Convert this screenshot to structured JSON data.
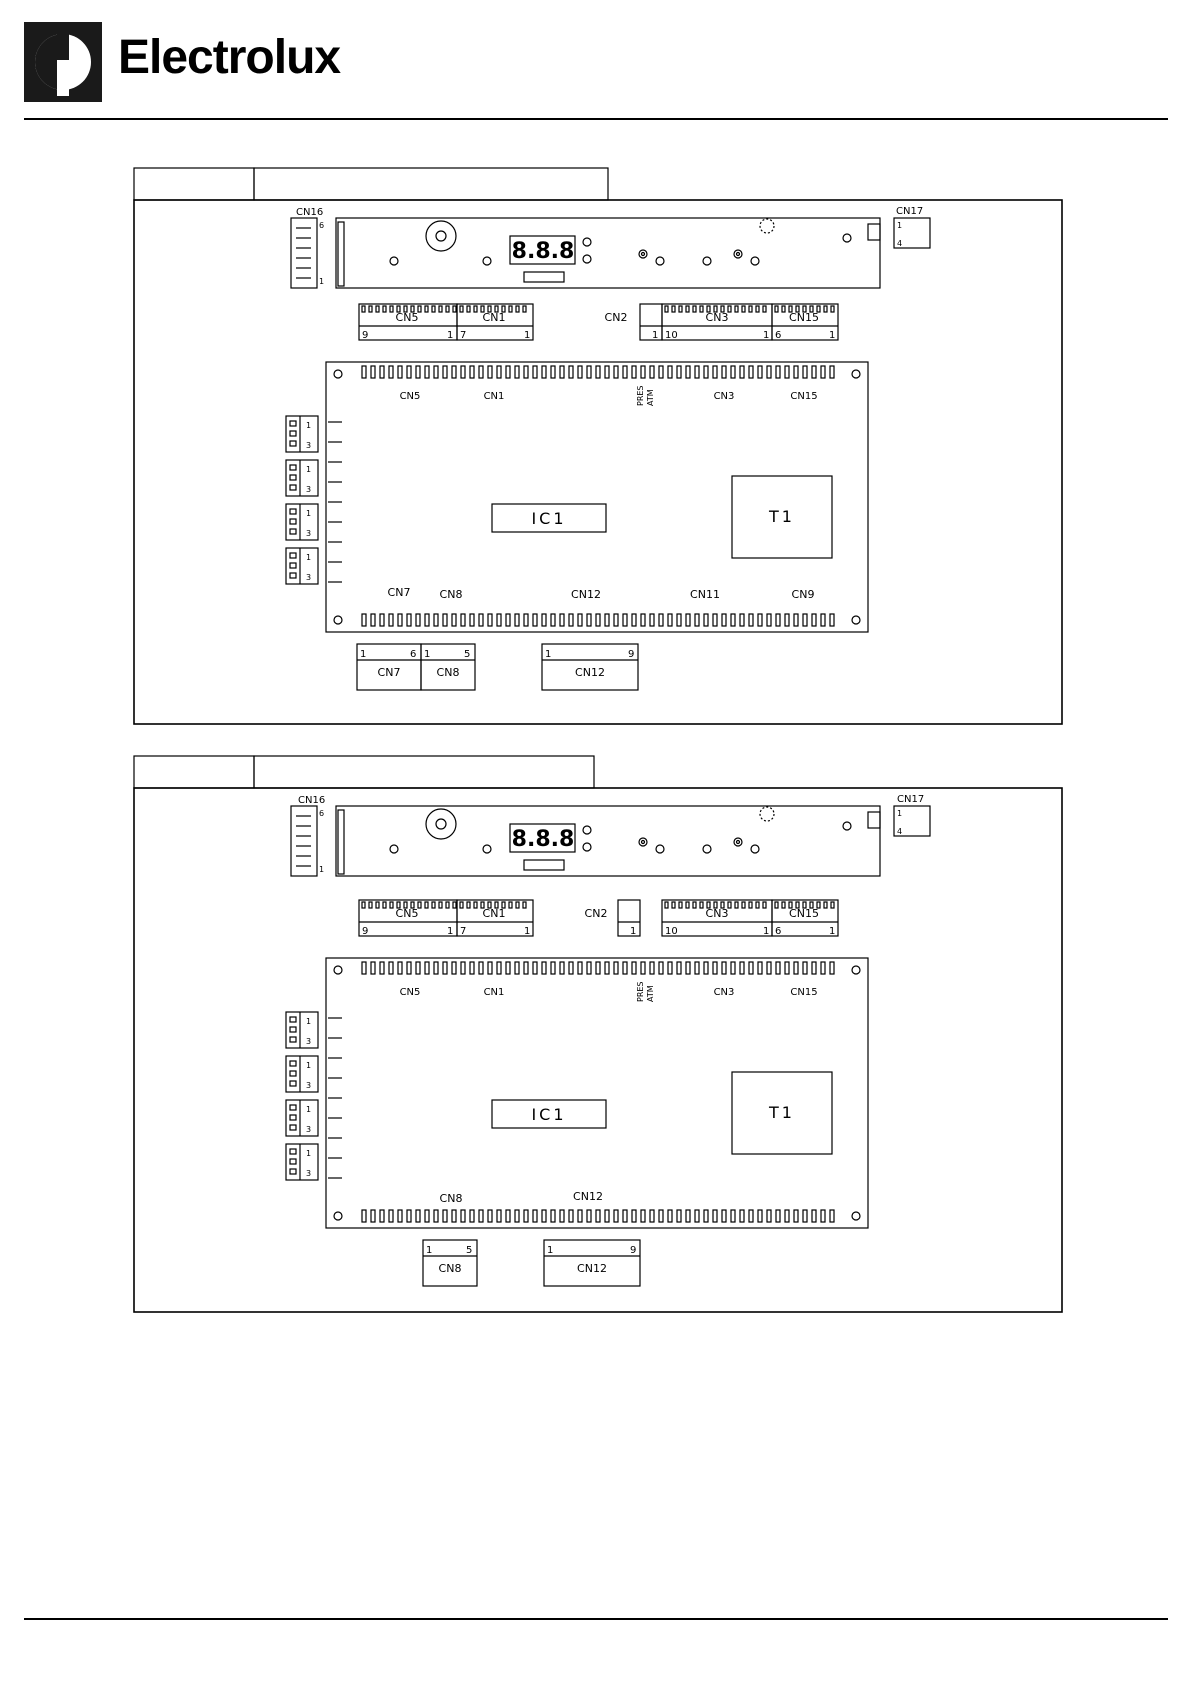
{
  "header": {
    "brand_name": "Electrolux",
    "logo_icon": "electrolux-logo-icon"
  },
  "diagrams": [
    {
      "connectors": {
        "display": {
          "cn16": "CN16",
          "cn17": "CN17",
          "seg": "8.8.8",
          "cn16_hi": "6",
          "cn16_lo": "1",
          "cn17_hi": "1",
          "cn17_lo": "4"
        },
        "top_plugs": {
          "cn5": {
            "name": "CN5",
            "left": "9",
            "right": "1"
          },
          "cn1": {
            "name": "CN1",
            "left": "7",
            "right": "1"
          },
          "cn2": {
            "name": "CN2",
            "right": "1"
          },
          "cn3": {
            "name": "CN3",
            "left": "10",
            "right": "1"
          },
          "cn15": {
            "name": "CN15",
            "left": "6",
            "right": "1"
          }
        },
        "board": {
          "cn5": "CN5",
          "cn1": "CN1",
          "pres": "PRES",
          "atm": "ATM",
          "cn3": "CN3",
          "cn15": "CN15",
          "ic1": "IC1",
          "t1": "T1",
          "cn7": "CN7",
          "cn8": "CN8",
          "cn12": "CN12",
          "cn11": "CN11",
          "cn9": "CN9",
          "side_top": "1",
          "side_bot": "3"
        },
        "bottom_plugs": {
          "cn7": {
            "name": "CN7",
            "left": "1",
            "right": "6"
          },
          "cn8": {
            "name": "CN8",
            "left": "1",
            "right": "5"
          },
          "cn12": {
            "name": "CN12",
            "left": "1",
            "right": "9"
          }
        }
      }
    },
    {
      "connectors": {
        "display": {
          "cn16": "CN16",
          "cn17": "CN17",
          "seg": "8.8.8",
          "cn16_hi": "6",
          "cn16_lo": "1",
          "cn17_hi": "1",
          "cn17_lo": "4"
        },
        "top_plugs": {
          "cn5": {
            "name": "CN5",
            "left": "9",
            "right": "1"
          },
          "cn1": {
            "name": "CN1",
            "left": "7",
            "right": "1"
          },
          "cn2": {
            "name": "CN2",
            "right": "1"
          },
          "cn3": {
            "name": "CN3",
            "left": "10",
            "right": "1"
          },
          "cn15": {
            "name": "CN15",
            "left": "6",
            "right": "1"
          }
        },
        "board": {
          "cn5": "CN5",
          "cn1": "CN1",
          "pres": "PRES",
          "atm": "ATM",
          "cn3": "CN3",
          "cn15": "CN15",
          "ic1": "IC1",
          "t1": "T1",
          "cn8": "CN8",
          "cn12": "CN12",
          "side_top": "1",
          "side_bot": "3"
        },
        "bottom_plugs": {
          "cn8": {
            "name": "CN8",
            "left": "1",
            "right": "5"
          },
          "cn12": {
            "name": "CN12",
            "left": "1",
            "right": "9"
          }
        }
      }
    }
  ]
}
